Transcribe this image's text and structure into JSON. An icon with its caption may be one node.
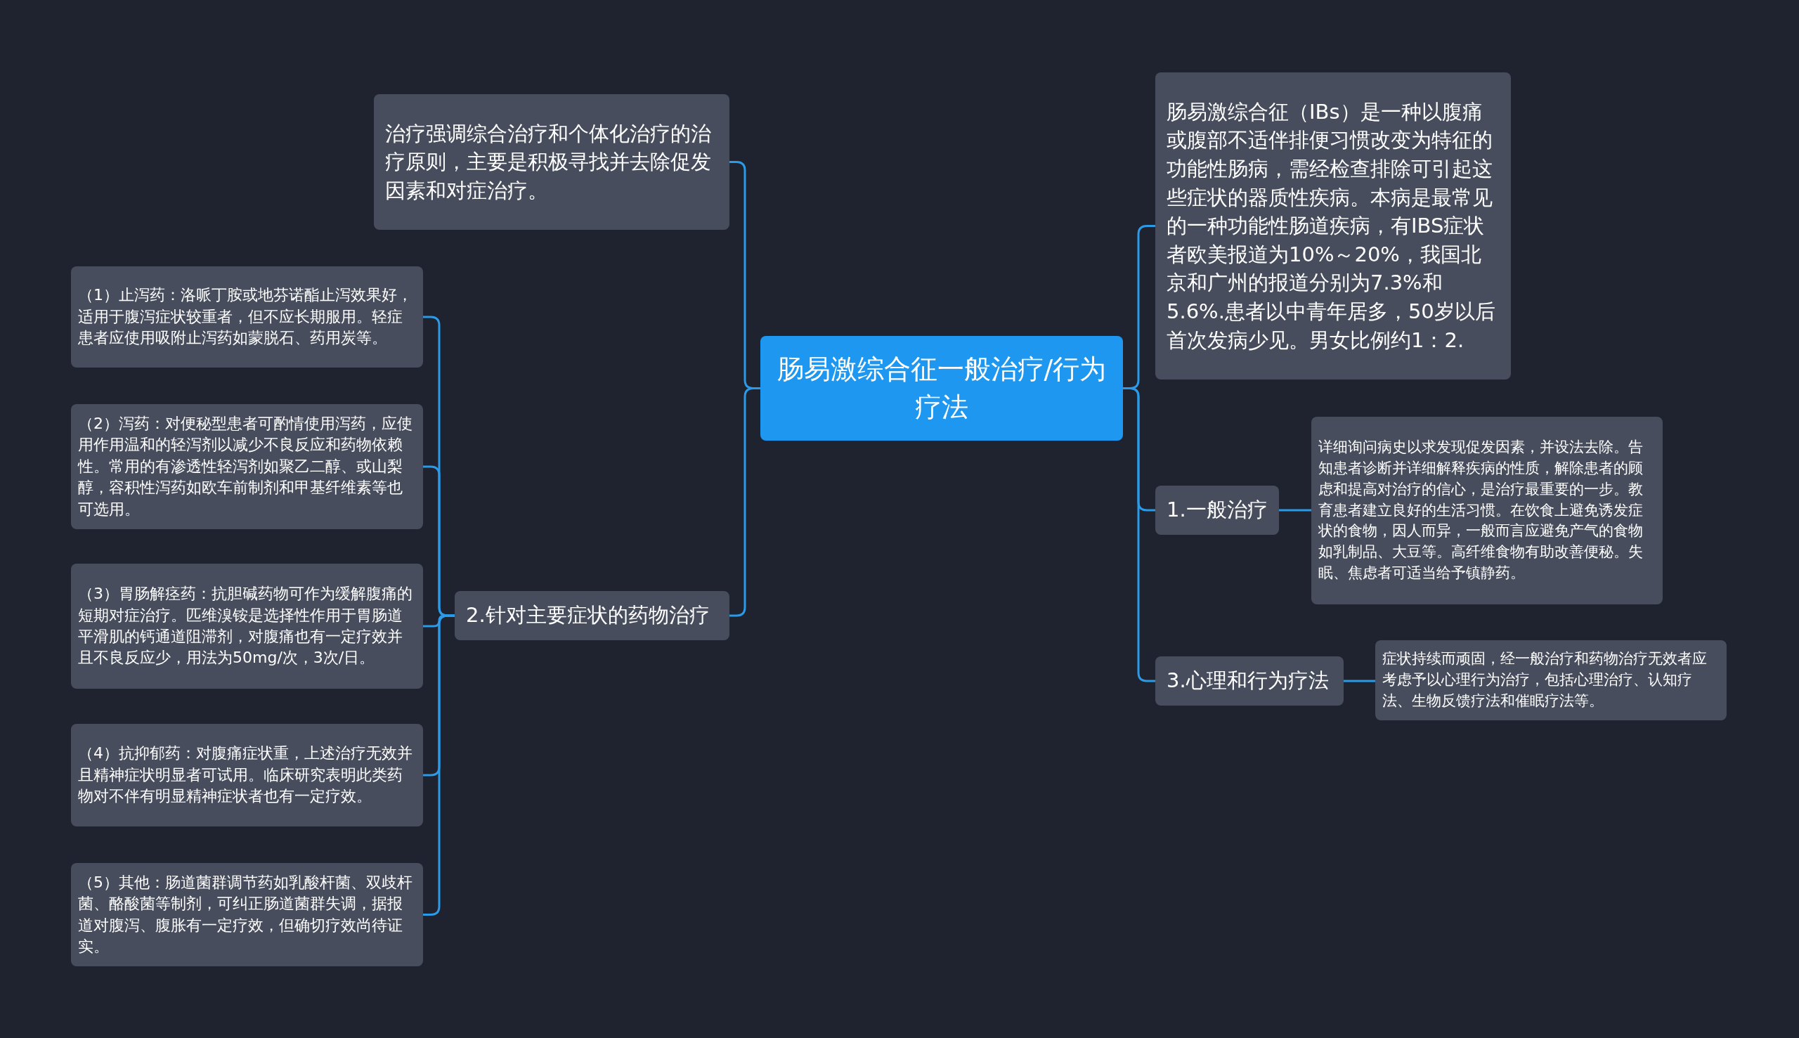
{
  "diagram": {
    "nodes": [
      {
        "text": [
          "肠易激综合征一般治疗/行为疗法"
        ]
      },
      {
        "text": [
          "治疗强调综合治疗和个体化治疗的治疗原则，主要是积极寻找并去除促发因素和对症治疗。"
        ]
      },
      {
        "text": [
          "2.针对主要症状的药物治疗"
        ]
      },
      {
        "text": [
          "（1）止泻药：洛哌丁胺或地芬诺酯止泻效果好，适用于腹泻症状较重者，但不应长期服用。轻症患者应使用吸附止泻药如蒙脱石、药用炭等。"
        ]
      },
      {
        "text": [
          "（2）泻药：对便秘型患者可酌情使用泻药，应使用作用温和的轻泻剂以减少不良反应和药物依赖性。常用的有渗透性轻泻剂如聚乙二醇、或山梨醇，容积性泻药如欧车前制剂和甲基纤维素等也可选用。"
        ]
      },
      {
        "text": [
          "（3）胃肠解痉药：抗胆碱药物可作为缓解腹痛的短期对症治疗。匹维溴铵是选择性作用于胃肠道平滑肌的钙通道阻滞剂，对腹痛也有一定疗效并且不良反应少，用法为50mg/次，3次/日。"
        ]
      },
      {
        "text": [
          "（4）抗抑郁药：对腹痛症状重，上述治疗无效并且精神症状明显者可试用。临床研究表明此类药物对不伴有明显精神症状者也有一定疗效。"
        ]
      },
      {
        "text": [
          "（5）其他：肠道菌群调节药如乳酸杆菌、双歧杆菌、酪酸菌等制剂，可纠正肠道菌群失调，据报道对腹泻、腹胀有一定疗效，但确切疗效尚待证实。"
        ]
      },
      {
        "text": [
          "肠易激综合征（IBs）是一种以腹痛或腹部不适伴排便习惯改变为特征的功能性肠病，需经检查排除可引起这些症状的器质性疾病。本病是最常见的一种功能性肠道疾病，有IBS症状者欧美报道为10%～20%，我国北京和广州的报道分别为7.3%和5.6%.患者以中青年居多，50岁以后首次发病少见。男女比例约1：2."
        ]
      },
      {
        "text": [
          "1.一般治疗"
        ]
      },
      {
        "text": [
          "详细询问病史以求发现促发因素，并设法去除。告知患者诊断并详细解释疾病的性质，解除患者的顾虑和提高对治疗的信心，是治疗最重要的一步。教育患者建立良好的生活习惯。在饮食上避免诱发症状的食物，因人而异，一般而言应避免产气的食物如乳制品、大豆等。高纤维食物有助改善便秘。失眠、焦虑者可适当给予镇静药。"
        ]
      },
      {
        "text": [
          "3.心理和行为疗法"
        ]
      },
      {
        "text": [
          "症状持续而顽固，经一般治疗和药物治疗无效者应考虑予以心理行为治疗，包括心理治疗、认知疗法、生物反馈疗法和催眠疗法等。"
        ]
      }
    ],
    "edges": [
      {
        "from": 0,
        "to": 1,
        "arrow": "none"
      },
      {
        "from": 0,
        "to": 2,
        "arrow": "none"
      },
      {
        "from": 2,
        "to": 3,
        "arrow": "none"
      },
      {
        "from": 2,
        "to": 4,
        "arrow": "none"
      },
      {
        "from": 2,
        "to": 5,
        "arrow": "none"
      },
      {
        "from": 2,
        "to": 6,
        "arrow": "none"
      },
      {
        "from": 2,
        "to": 7,
        "arrow": "none"
      },
      {
        "from": 0,
        "to": 8,
        "arrow": "none"
      },
      {
        "from": 0,
        "to": 9,
        "arrow": "none"
      },
      {
        "from": 9,
        "to": 10,
        "arrow": "none"
      },
      {
        "from": 0,
        "to": 11,
        "arrow": "none"
      },
      {
        "from": 11,
        "to": 12,
        "arrow": "none"
      }
    ]
  }
}
